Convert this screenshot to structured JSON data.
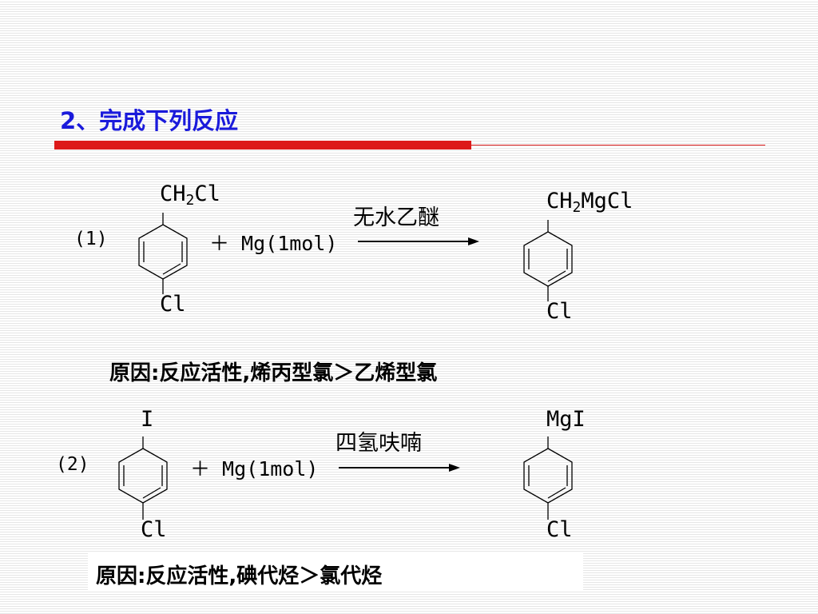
{
  "slide": {
    "title": "2、完成下列反应",
    "colors": {
      "title": "#1a1adb",
      "accent": "#dd1a1a"
    }
  },
  "reaction1": {
    "label": "(1)",
    "reactant_top_main": "CH",
    "reactant_top_sub": "2",
    "reactant_top_end": "Cl",
    "reactant_bottom": "Cl",
    "reagent": "＋ Mg(1mol)",
    "condition": "无水乙醚",
    "product_top_main": "CH",
    "product_top_sub": "2",
    "product_top_end": "MgCl",
    "product_bottom": "Cl",
    "reason": "原因:反应活性,烯丙型氯＞乙烯型氯"
  },
  "reaction2": {
    "label": "(2)",
    "reactant_top": "I",
    "reactant_bottom": "Cl",
    "reagent": "＋ Mg(1mol)",
    "condition": "四氢呋喃",
    "product_top": "MgI",
    "product_bottom": "Cl",
    "reason": "原因:反应活性,碘代烃＞氯代烃"
  }
}
